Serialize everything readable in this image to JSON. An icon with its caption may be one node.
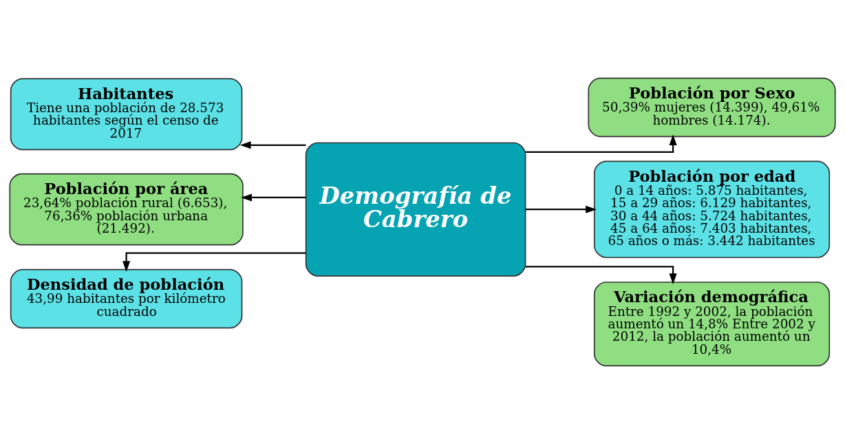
{
  "diagram": {
    "nodes": [
      {
        "text": [
          "Habitantes",
          "Tiene una población de 28.573 habitantes según el censo de 2017"
        ]
      },
      {
        "text": [
          "Población por área",
          "23,64% población rural (6.653), 76,36% población urbana (21.492)."
        ]
      },
      {
        "text": [
          "Densidad de población",
          "43,99 habitantes por kilómetro cuadrado"
        ]
      },
      {
        "text": [
          "Demografía de Cabrero"
        ]
      },
      {
        "text": [
          "Población por Sexo",
          "50,39% mujeres (14.399), 49,61% hombres (14.174)."
        ]
      },
      {
        "text": [
          "Población por edad",
          "0 a 14 años: 5.875 habitantes, 15 a 29 años: 6.129 habitantes, 30 a 44 años: 5.724 habitantes, 45 a 64 años: 7.403 habitantes, 65 años o más: 3.442 habitantes"
        ]
      },
      {
        "text": [
          "Variación demográfica",
          "Entre 1992 y 2002, la población aumentó un 14,8% Entre 2002 y 2012, la población aumentó un 10,4%"
        ]
      }
    ],
    "edges": [
      {
        "from": 3,
        "to": 0,
        "arrow": "to"
      },
      {
        "from": 3,
        "to": 1,
        "arrow": "to"
      },
      {
        "from": 3,
        "to": 2,
        "arrow": "to"
      },
      {
        "from": 3,
        "to": 4,
        "arrow": "to"
      },
      {
        "from": 3,
        "to": 5,
        "arrow": "to"
      },
      {
        "from": 3,
        "to": 6,
        "arrow": "to"
      }
    ]
  }
}
